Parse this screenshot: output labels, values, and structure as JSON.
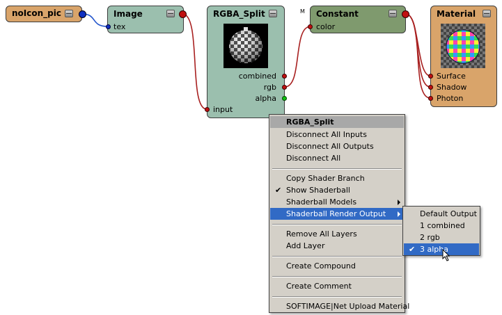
{
  "nodes": {
    "noicon": {
      "title": "noIcon_pic"
    },
    "image": {
      "title": "Image",
      "input": "tex"
    },
    "rgba": {
      "title": "RGBA_Split",
      "outputs": [
        "combined",
        "rgb",
        "alpha"
      ],
      "input": "input"
    },
    "constant": {
      "title": "Constant",
      "badge": "M",
      "input": "color"
    },
    "material": {
      "title": "Material",
      "inputs": [
        "Surface",
        "Shadow",
        "Photon"
      ]
    }
  },
  "colors": {
    "noicon_bg": "#d9a46a",
    "image_bg": "#9bbfae",
    "rgba_bg": "#9bbfae",
    "constant_bg": "#7f9a6e",
    "material_bg": "#d9a46a",
    "wire": "#a82020",
    "menu_highlight": "#316ac5"
  },
  "context_menu": {
    "header": "RGBA_Split",
    "items": [
      "Disconnect All Inputs",
      "Disconnect All Outputs",
      "Disconnect All",
      "Copy Shader Branch",
      "Show Shaderball",
      "Shaderball Models",
      "Shaderball Render Output",
      "Remove All Layers",
      "Add Layer",
      "Create Compound",
      "Create Comment",
      "SOFTIMAGE|Net Upload Material"
    ],
    "checked_item": "Show Shaderball",
    "highlighted_item": "Shaderball Render Output"
  },
  "submenu": {
    "items": [
      "Default Output",
      "1 combined",
      "2 rgb",
      "3 alpha"
    ],
    "selected": "3 alpha"
  }
}
